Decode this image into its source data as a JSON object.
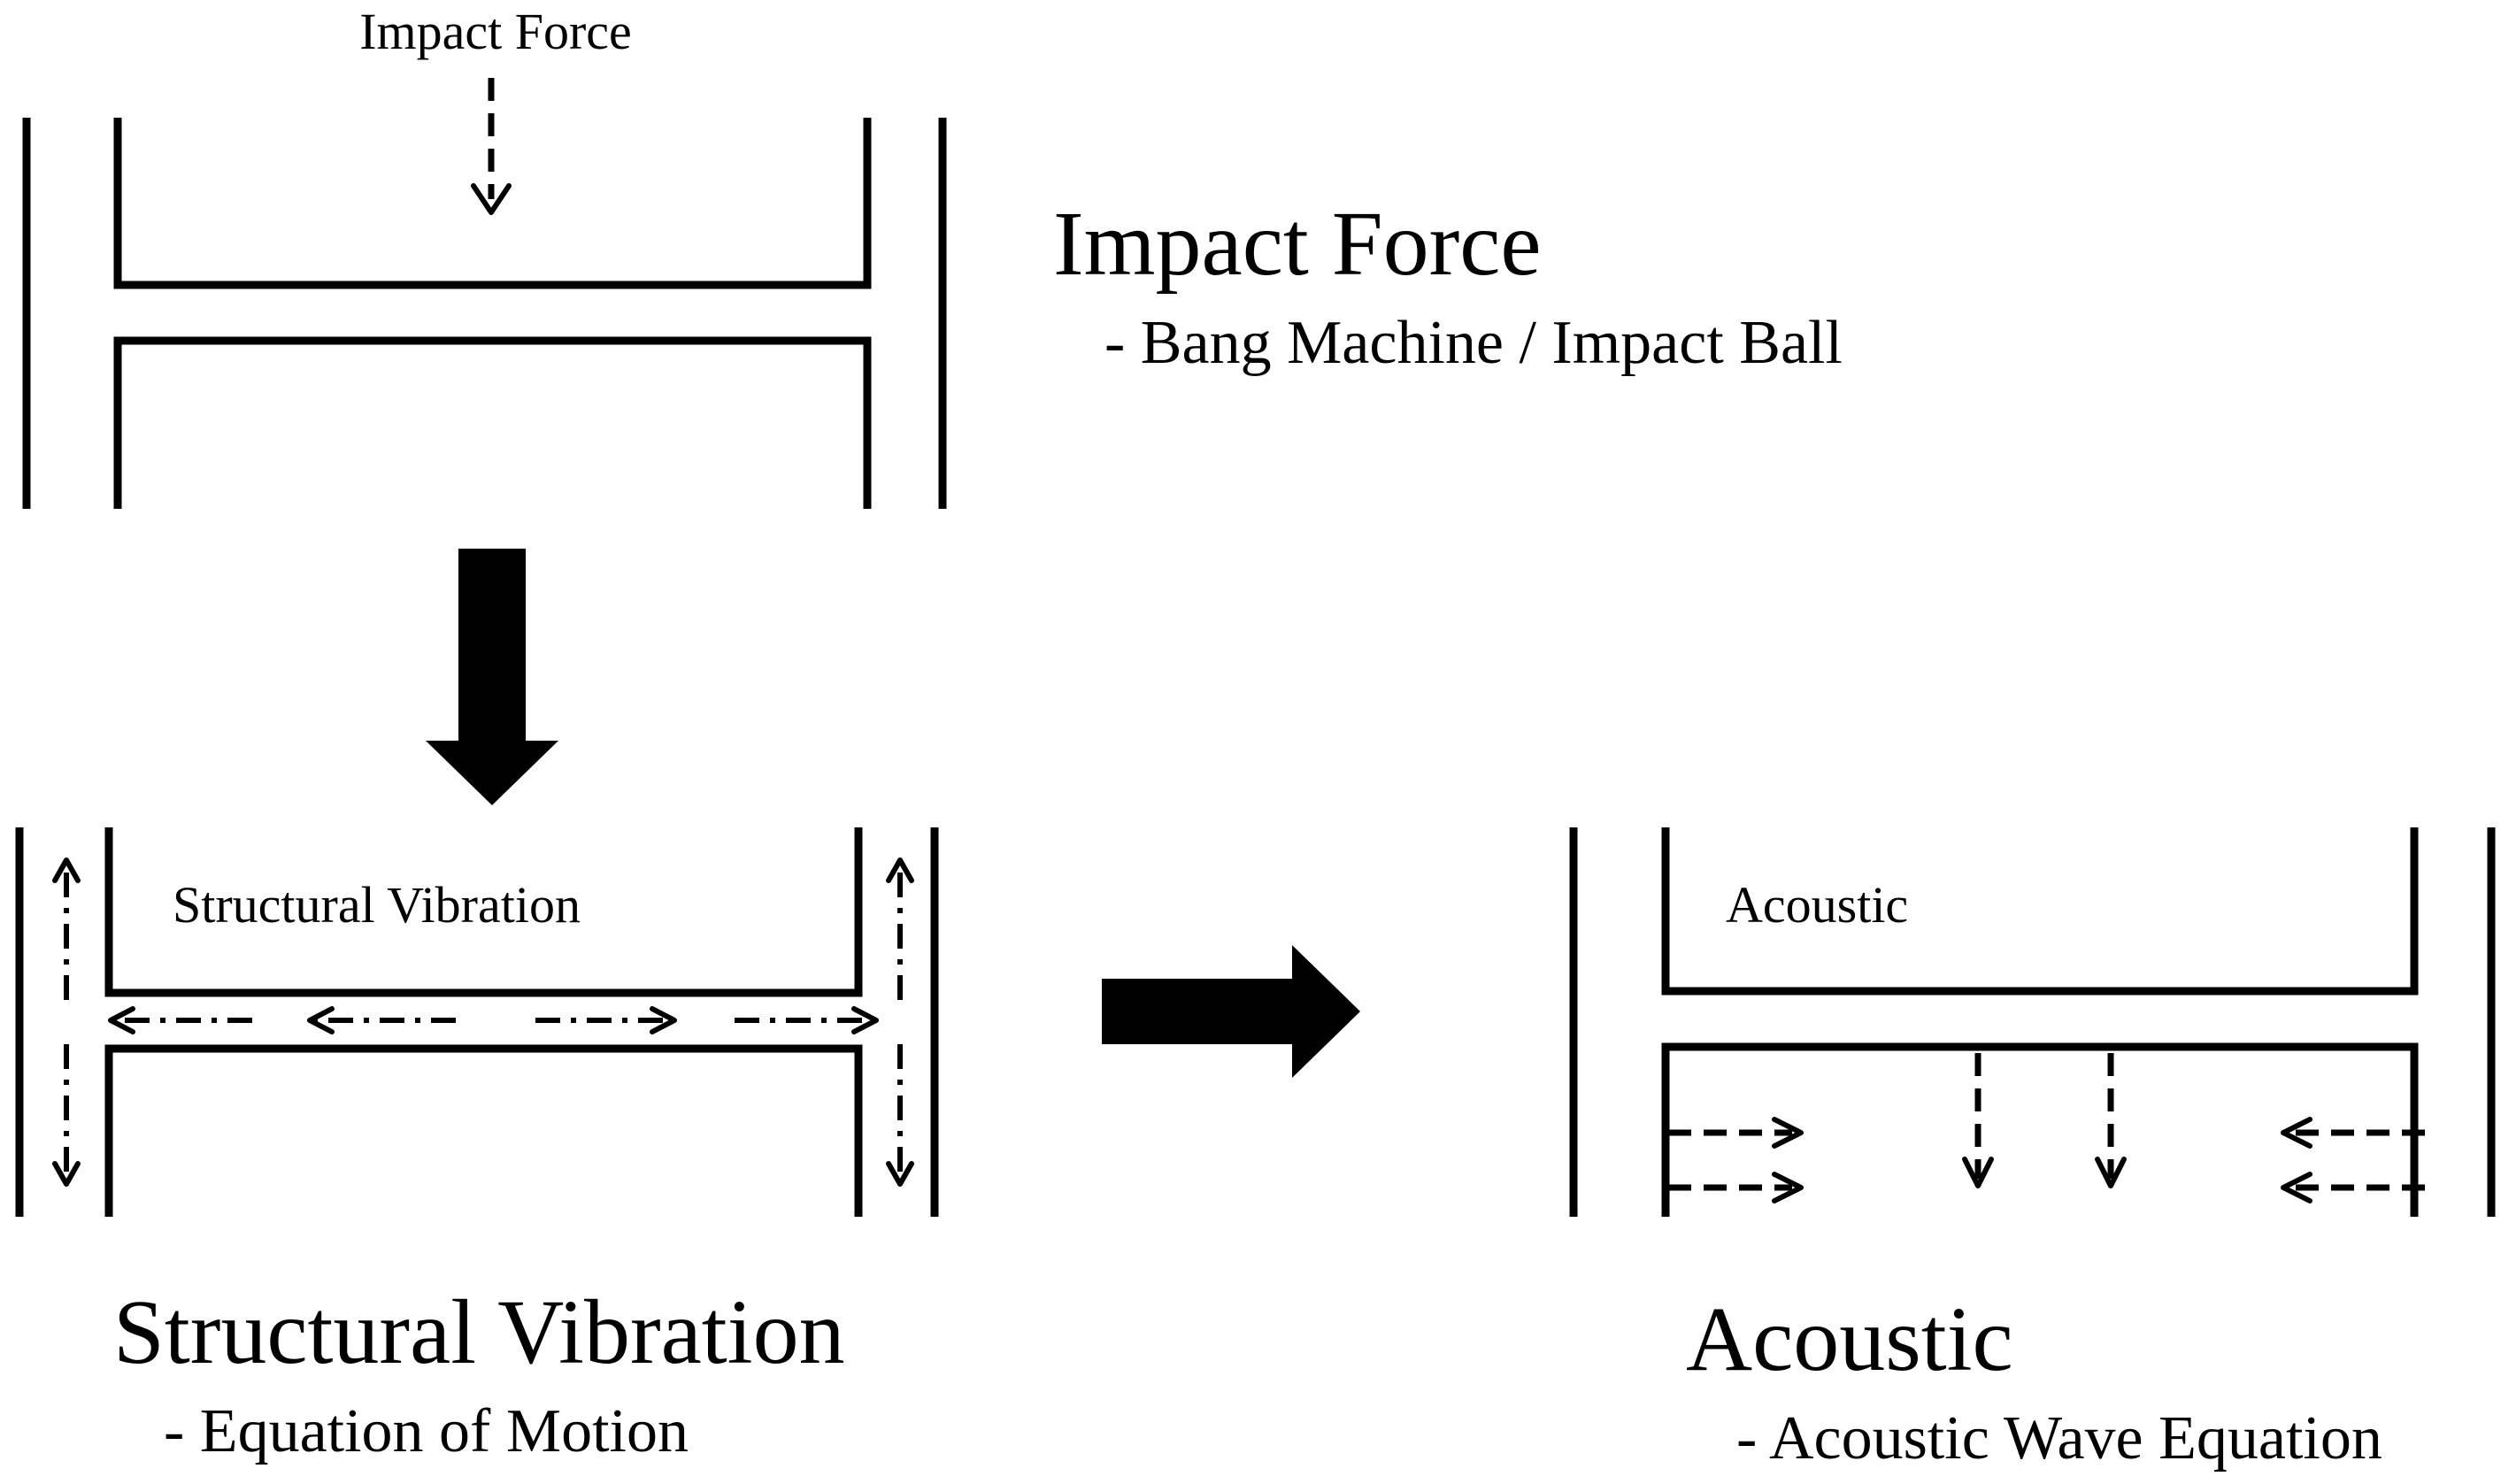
{
  "impact": {
    "diagram_label": "Impact Force",
    "title": "Impact Force",
    "subtitle": "- Bang Machine / Impact Ball"
  },
  "structural": {
    "diagram_label": "Structural Vibration",
    "title": "Structural Vibration",
    "subtitle": "- Equation of Motion"
  },
  "acoustic": {
    "diagram_label": "Acoustic",
    "title": "Acoustic",
    "subtitle": "- Acoustic Wave Equation"
  },
  "colors": {
    "ink": "#000000",
    "background": "#ffffff"
  }
}
